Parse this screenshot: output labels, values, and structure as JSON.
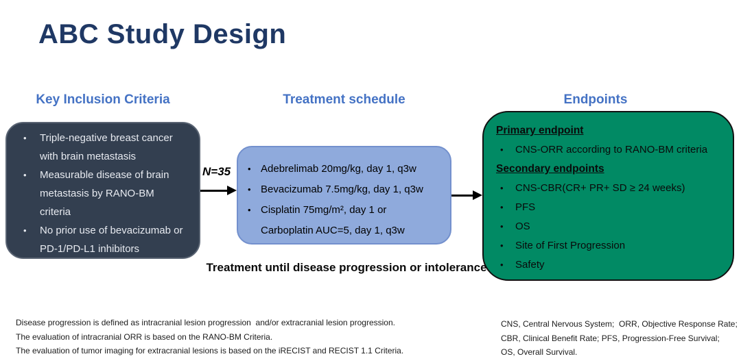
{
  "title": "ABC Study Design",
  "columns": {
    "inclusion": {
      "header": "Key Inclusion Criteria",
      "bullets": [
        "Triple-negative breast cancer\nwith brain metastasis",
        "Measurable disease of brain\nmetastasis by RANO-BM\ncriteria",
        "No prior use of bevacizumab or\nPD-1/PD-L1 inhibitors"
      ]
    },
    "treatment": {
      "header": "Treatment schedule",
      "bullets": [
        "Adebrelimab 20mg/kg, day 1, q3w",
        "Bevacizumab 7.5mg/kg, day 1, q3w",
        "Cisplatin 75mg/m², day 1 or\nCarboplatin AUC=5, day 1, q3w"
      ],
      "note": "Treatment until disease progression or intolerance"
    },
    "endpoints": {
      "header": "Endpoints",
      "primary_label": "Primary endpoint",
      "primary_bullets": [
        "CNS-ORR according to RANO-BM criteria"
      ],
      "secondary_label": "Secondary endpoints",
      "secondary_bullets": [
        "CNS-CBR(CR+ PR+ SD ≥ 24 weeks)",
        "PFS",
        "OS",
        "Site of First Progression",
        "Safety"
      ]
    }
  },
  "flow": {
    "n_label": "N=35"
  },
  "footnotes": {
    "left": [
      "Disease progression is defined as intracranial lesion progression  and/or extracranial lesion progression.",
      "The evaluation of intracranial ORR is based on the RANO-BM Criteria.",
      "The evaluation of tumor imaging for extracranial lesions is based on the iRECIST and RECIST 1.1 Criteria."
    ],
    "right": [
      "CNS, Central Nervous System;  ORR, Objective Response Rate;",
      "CBR, Clinical Benefit Rate; PFS, Progression-Free Survival;",
      "OS, Overall Survival."
    ]
  },
  "colors": {
    "title": "#1F3864",
    "section_header": "#4472C4",
    "inclusion_box": "#333F50",
    "treatment_box": "#8FAADC",
    "endpoints_box": "#018A64",
    "arrow": "#000000"
  }
}
